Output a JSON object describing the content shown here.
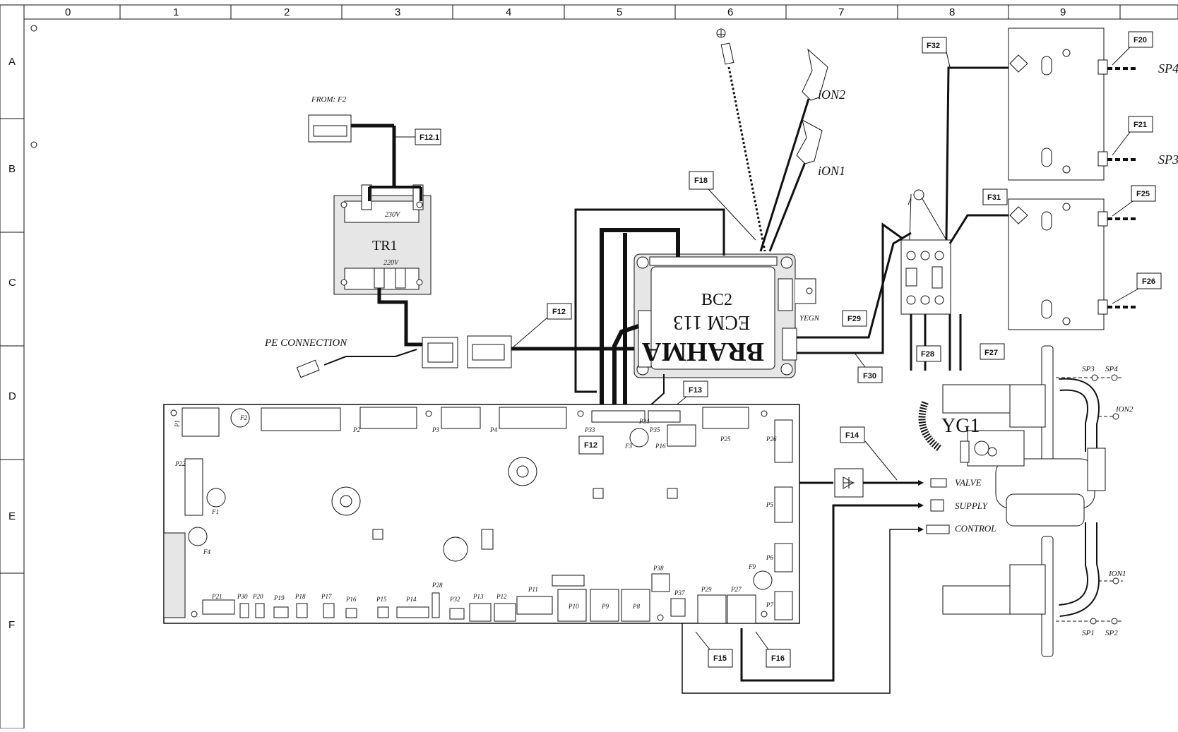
{
  "grid": {
    "columns": [
      "0",
      "1",
      "2",
      "3",
      "4",
      "5",
      "6",
      "7",
      "8",
      "9"
    ],
    "rows": [
      "A",
      "B",
      "C",
      "D",
      "E",
      "F"
    ]
  },
  "labels": {
    "from_f2": "FROM: F2",
    "transformer": "TR1",
    "v230": "230V",
    "v220": "220V",
    "pe_connection": "PE CONNECTION",
    "ion2": "iON2",
    "ion1": "iON1",
    "bc2": "BC2",
    "ecm": "ECM 113",
    "brahma": "BRAHMA",
    "yegn": "YEGN",
    "yg1": "YG1",
    "valve": "VALVE",
    "supply": "SUPPLY",
    "control": "CONTROL",
    "sp3": "SP3",
    "sp4": "SP4",
    "sp1": "SP1",
    "sp2": "SP2",
    "ion2_small": "ION2",
    "ion1_small": "ION1",
    "sp_a": "SP4",
    "sp_b": "SP3"
  },
  "tags": {
    "f12_1": "F12.1",
    "f18": "F18",
    "f32": "F32",
    "f20": "F20",
    "f21": "F21",
    "f25": "F25",
    "f26": "F26",
    "f31": "F31",
    "f12a": "F12",
    "f12b": "F12",
    "f13": "F13",
    "f29": "F29",
    "f30": "F30",
    "f28": "F28",
    "f27": "F27",
    "f14": "F14",
    "f15": "F15",
    "f16": "F16"
  },
  "board_labels": {
    "p1": "P1",
    "f2": "F2",
    "p2": "P2",
    "p3": "P3",
    "p4": "P4",
    "p33": "P33",
    "p35": "P35",
    "p34": "P34",
    "p16": "P16",
    "f3": "F3",
    "p25": "P25",
    "p26": "P26",
    "p22": "P22",
    "f1": "F1",
    "f4": "F4",
    "p5": "P5",
    "p6": "P6",
    "p7": "P7",
    "f9": "F9",
    "p21": "P21",
    "p30": "P30",
    "p20": "P20",
    "p19": "P19",
    "p18": "P18",
    "p17": "P17",
    "p16b": "P16",
    "p15": "P15",
    "p14": "P14",
    "p28": "P28",
    "p32": "P32",
    "p13": "P13",
    "p12": "P12",
    "p11": "P11",
    "p10": "P10",
    "p9": "P9",
    "p8": "P8",
    "p38": "P38",
    "p37": "P37",
    "p29": "P29",
    "p27": "P27"
  },
  "colors": {
    "line": "#111111",
    "fill": "#ffffff",
    "panel": "#e6e6e6"
  }
}
